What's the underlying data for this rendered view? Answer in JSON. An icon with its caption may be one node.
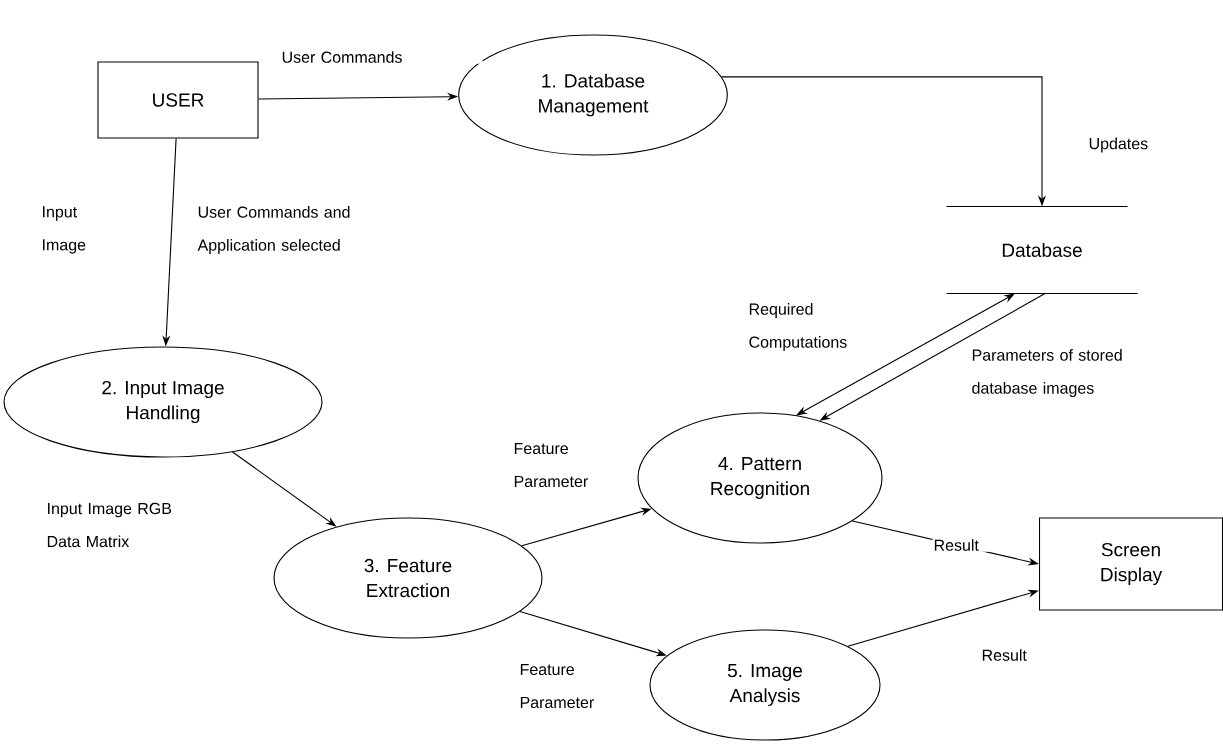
{
  "diagram": {
    "nodes": [
      {
        "text": [
          "USER"
        ]
      },
      {
        "text": [
          "1. Database Management"
        ]
      },
      {
        "text": [
          "Database"
        ]
      },
      {
        "text": [
          "2. Input Image Handling"
        ]
      },
      {
        "text": [
          "3. Feature Extraction"
        ]
      },
      {
        "text": [
          "4. Pattern Recognition"
        ]
      },
      {
        "text": [
          "5. Image Analysis"
        ]
      },
      {
        "text": [
          "Screen Display"
        ]
      }
    ],
    "edges": [
      {
        "from": 0,
        "to": 1,
        "arrow": "to",
        "label": "User Commands"
      },
      {
        "from": 0,
        "to": 3,
        "arrow": "to",
        "label": "User Commands and Application selected"
      },
      {
        "from": 1,
        "to": 2,
        "arrow": "to",
        "label": "Updates"
      },
      {
        "from": 5,
        "to": 2,
        "arrow": "both",
        "label": "Required Computations"
      },
      {
        "from": 2,
        "to": 5,
        "arrow": "to",
        "label": "Parameters of stored database images"
      },
      {
        "from": 3,
        "to": 4,
        "arrow": "to",
        "label": "Input Image RGB Data Matrix"
      },
      {
        "from": 4,
        "to": 5,
        "arrow": "to",
        "label": "Feature Parameter"
      },
      {
        "from": 4,
        "to": 6,
        "arrow": "to",
        "label": "Feature Parameter"
      },
      {
        "from": 5,
        "to": 7,
        "arrow": "to",
        "label": "Result"
      },
      {
        "from": 6,
        "to": 7,
        "arrow": "to",
        "label": "Result"
      }
    ],
    "labels": [
      "Input Image"
    ]
  }
}
